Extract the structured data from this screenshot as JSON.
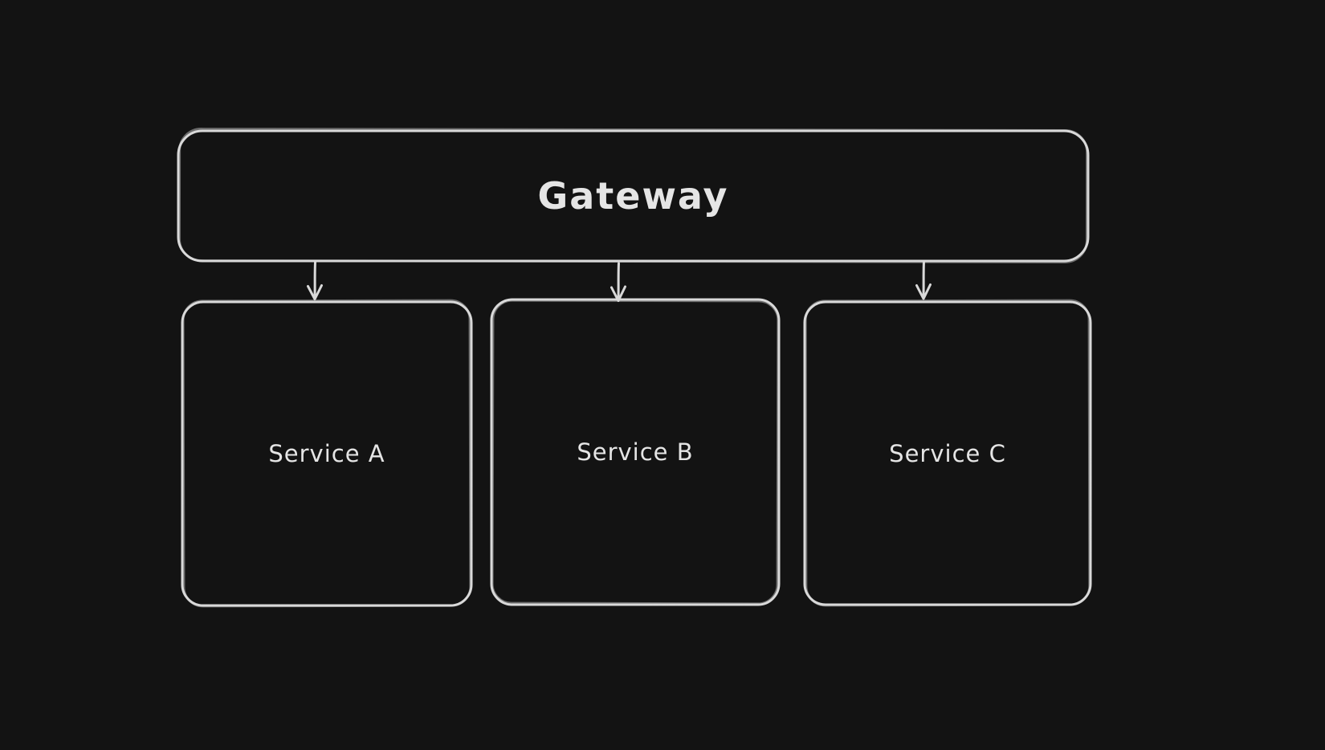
{
  "canvas": {
    "background_color": "#131313",
    "stroke_color": "#d9d9d9",
    "text_color": "#e5e5e5"
  },
  "diagram": {
    "nodes": [
      {
        "id": "gateway",
        "label": "Gateway",
        "shape": "rounded-rectangle"
      },
      {
        "id": "service-a",
        "label": "Service A",
        "shape": "rounded-rectangle"
      },
      {
        "id": "service-b",
        "label": "Service B",
        "shape": "rounded-rectangle"
      },
      {
        "id": "service-c",
        "label": "Service C",
        "shape": "rounded-rectangle"
      }
    ],
    "edges": [
      {
        "from": "Gateway",
        "to": "Service A",
        "style": "arrow-down"
      },
      {
        "from": "Gateway",
        "to": "Service B",
        "style": "arrow-down"
      },
      {
        "from": "Gateway",
        "to": "Service C",
        "style": "arrow-down"
      }
    ]
  }
}
